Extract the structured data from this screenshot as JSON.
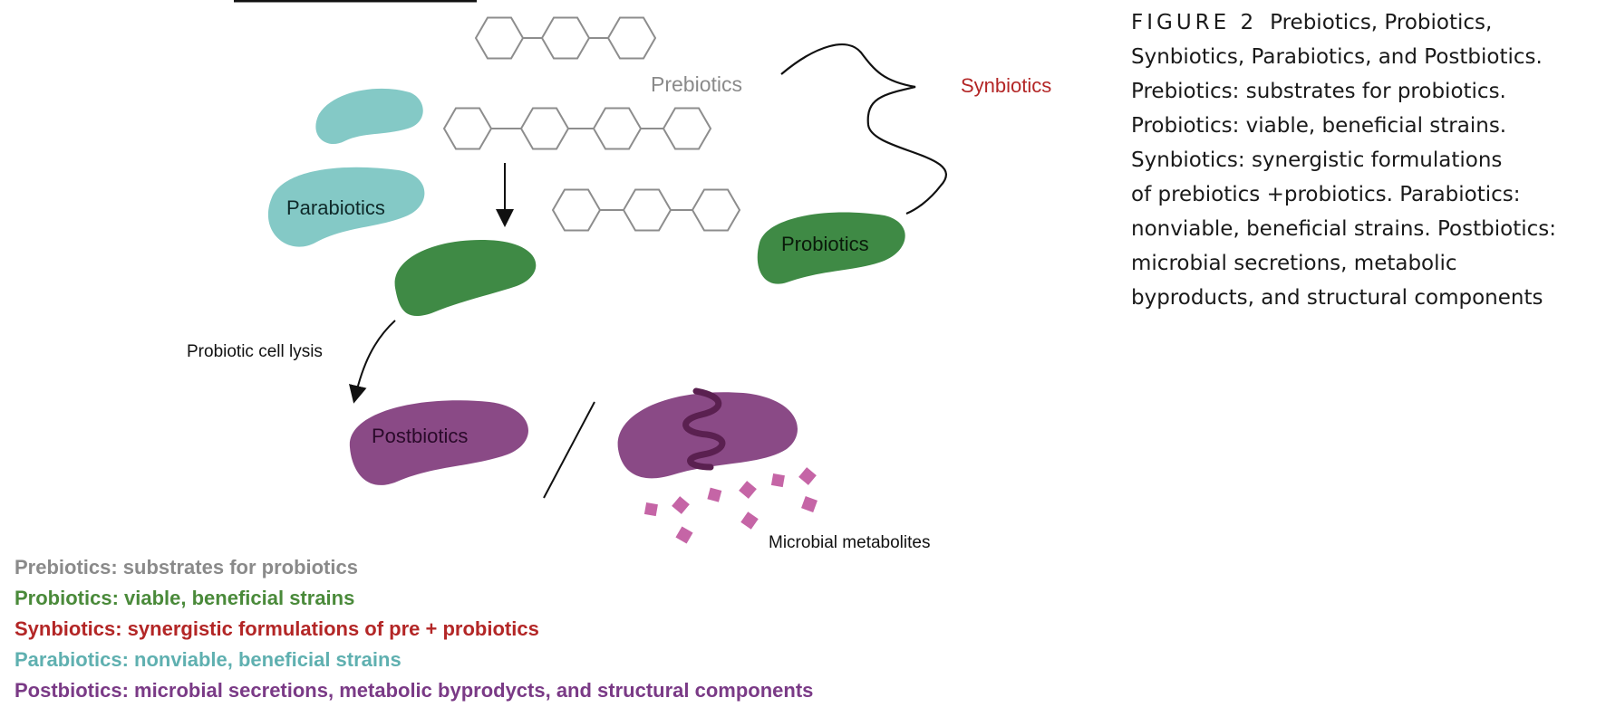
{
  "diagram": {
    "labels": {
      "prebiotics": "Prebiotics",
      "synbiotics": "Synbiotics",
      "parabiotics": "Parabiotics",
      "probiotics": "Probiotics",
      "postbiotics": "Postbiotics",
      "cell_lysis": "Probiotic cell lysis",
      "metabolites": "Microbial metabolites"
    },
    "colors": {
      "prebiotics": "#8a8a8a",
      "probiotics": "#4a8a3a",
      "synbiotics": "#b32626",
      "parabiotics": "#5fb0b0",
      "postbiotics": "#7a3a86",
      "teal_shape": "#84c9c6",
      "green_shape": "#3f8a45",
      "purple_shape": "#8a4a86",
      "metabolite": "#c565a6"
    },
    "icons": [
      "hexagon-chain-icon",
      "bacterium-icon",
      "bracket-icon",
      "arrow-icon",
      "squiggle-icon"
    ]
  },
  "legend": [
    {
      "text": "Prebiotics: substrates for probiotics",
      "color": "#8a8a8a"
    },
    {
      "text": "Probiotics: viable, beneficial strains",
      "color": "#4a8a3a"
    },
    {
      "text": "Synbiotics: synergistic formulations of pre + probiotics",
      "color": "#b32626"
    },
    {
      "text": "Parabiotics: nonviable, beneficial strains",
      "color": "#5fb0b0"
    },
    {
      "text": "Postbiotics: microbial secretions, metabolic byprodycts, and structural components",
      "color": "#7a3a86"
    }
  ],
  "caption": {
    "label": "FIGURE 2",
    "lines": [
      "Prebiotics, Probiotics,",
      "Synbiotics, Parabiotics, and Postbiotics.",
      "Prebiotics: substrates for probiotics.",
      "Probiotics: viable, beneficial strains.",
      "Synbiotics: synergistic formulations",
      "of prebiotics +probiotics. Parabiotics:",
      "nonviable, beneficial strains. Postbiotics:",
      "microbial secretions, metabolic",
      "byproducts, and structural components"
    ]
  }
}
